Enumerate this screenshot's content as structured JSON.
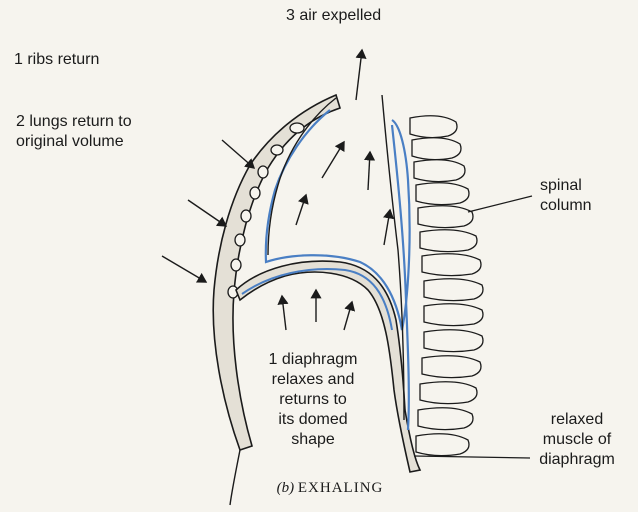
{
  "labels": {
    "air_expelled": "3 air expelled",
    "ribs_return": "1 ribs return",
    "lungs_line1": "2 lungs return to",
    "lungs_line2": "original volume",
    "spinal_line1": "spinal",
    "spinal_line2": "column",
    "diaphragm_line1": "1 diaphragm",
    "diaphragm_line2": "relaxes and",
    "diaphragm_line3": "returns to",
    "diaphragm_line4": "its domed",
    "diaphragm_line5": "shape",
    "muscle_line1": "relaxed",
    "muscle_line2": "muscle of",
    "muscle_line3": "diaphragm"
  },
  "caption": {
    "tag": "(b)",
    "word": "EXHALING"
  },
  "colors": {
    "ink": "#1b1b1b",
    "lung_lining": "#4a7fc4",
    "tissue_fill": "#e4e0d6",
    "background": "#f6f4ee"
  }
}
